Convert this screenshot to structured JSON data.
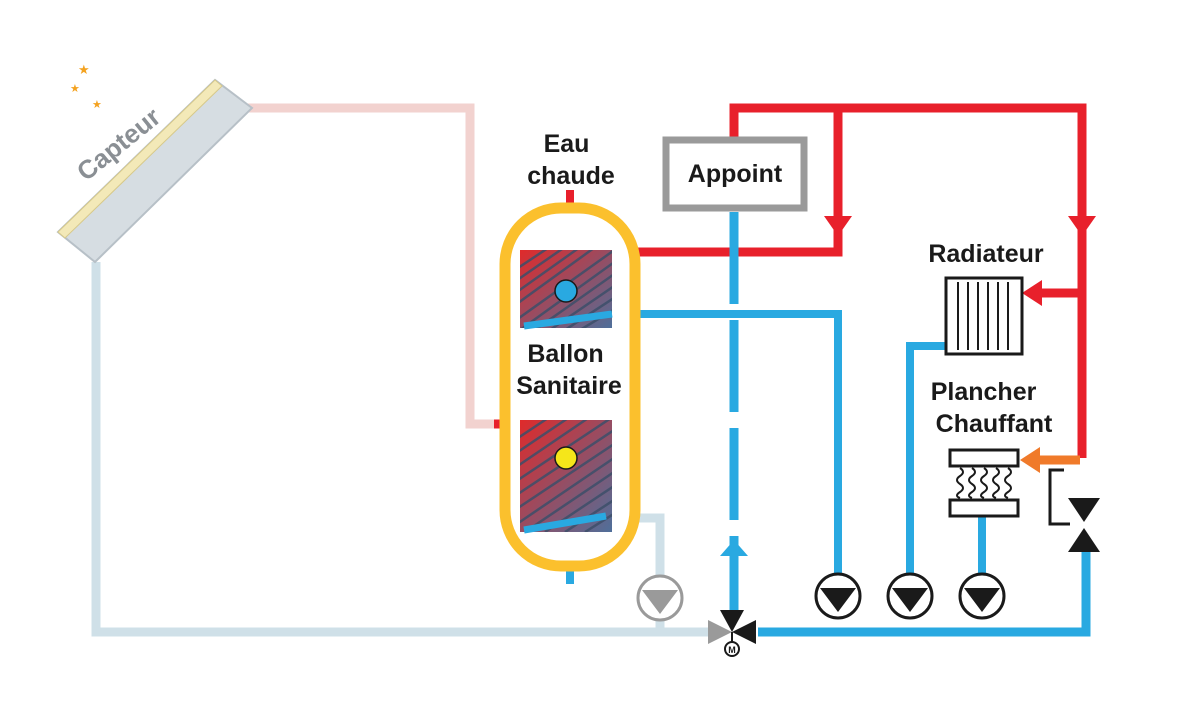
{
  "labels": {
    "capteur": "Capteur",
    "eau_chaude_line1": "Eau",
    "eau_chaude_line2": "chaude",
    "appoint": "Appoint",
    "ballon_line1": "Ballon",
    "ballon_line2": "Sanitaire",
    "radiateur": "Radiateur",
    "plancher_line1": "Plancher",
    "plancher_line2": "Chauffant",
    "valve_mark": "M"
  },
  "colors": {
    "hot": "#e8202b",
    "cold": "#29a9e1",
    "solar_hot": "#f2d2cf",
    "solar_cold": "#cfe0e8",
    "tank": "#fbc02d",
    "boiler": "#9a9a9a",
    "floor_supply": "#f07a2a",
    "text": "#1a1a1a",
    "capteur_text": "#8a8f94"
  }
}
